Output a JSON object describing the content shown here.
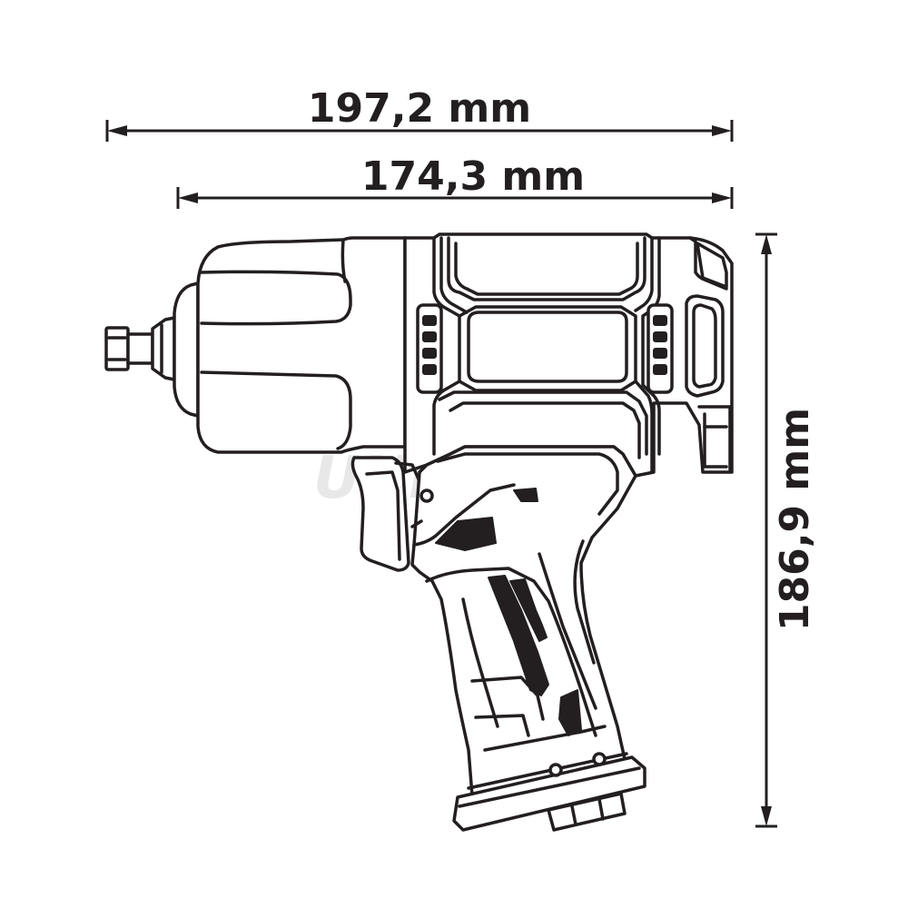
{
  "dimensions": {
    "overall_length": "197,2 mm",
    "body_length": "174,3 mm",
    "height": "186,9 mm"
  },
  "watermark": {
    "text": "UNIVER"
  },
  "colors": {
    "line": "#231f20",
    "background": "#ffffff",
    "watermark": "#e6e6e6"
  }
}
